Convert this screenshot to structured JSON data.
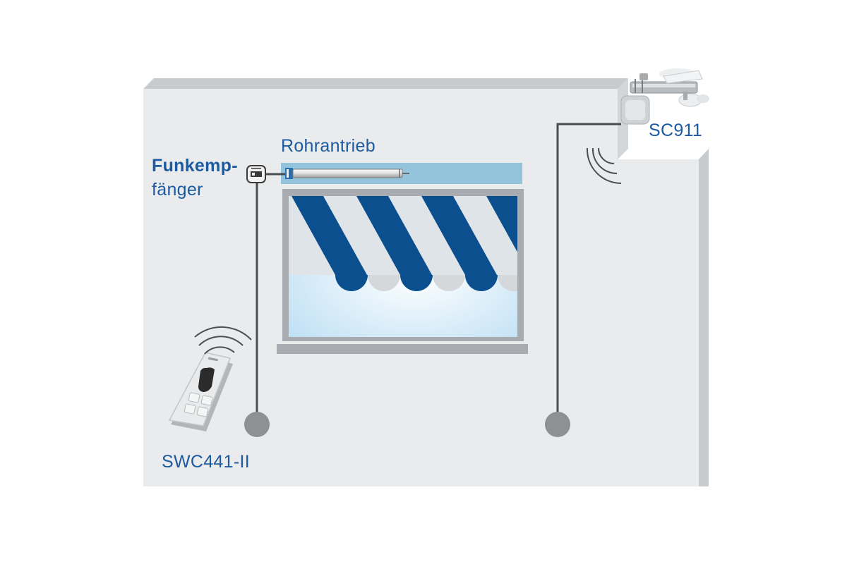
{
  "labels": {
    "receiver_line1": "Funkemp-",
    "receiver_line2": "fänger",
    "motor": "Rohrantrieb",
    "sensor": "SC911",
    "remote": "SWC441-II"
  },
  "colors": {
    "wall": "#e9ebec",
    "wall_edge": "#c8cbcd",
    "label": "#1d5aa0",
    "stripe_blue": "#0b4f8f",
    "stripe_light": "#dfe4e8",
    "tube_band": "#93c4dc",
    "cable": "#4a4d50",
    "socket": "#8e9194"
  },
  "icons": {
    "receiver": "radio-receiver-icon",
    "motor": "tubular-motor-icon",
    "sensor": "sun-wind-sensor-icon",
    "remote": "handheld-remote-icon",
    "signal": "radio-waves-icon"
  }
}
